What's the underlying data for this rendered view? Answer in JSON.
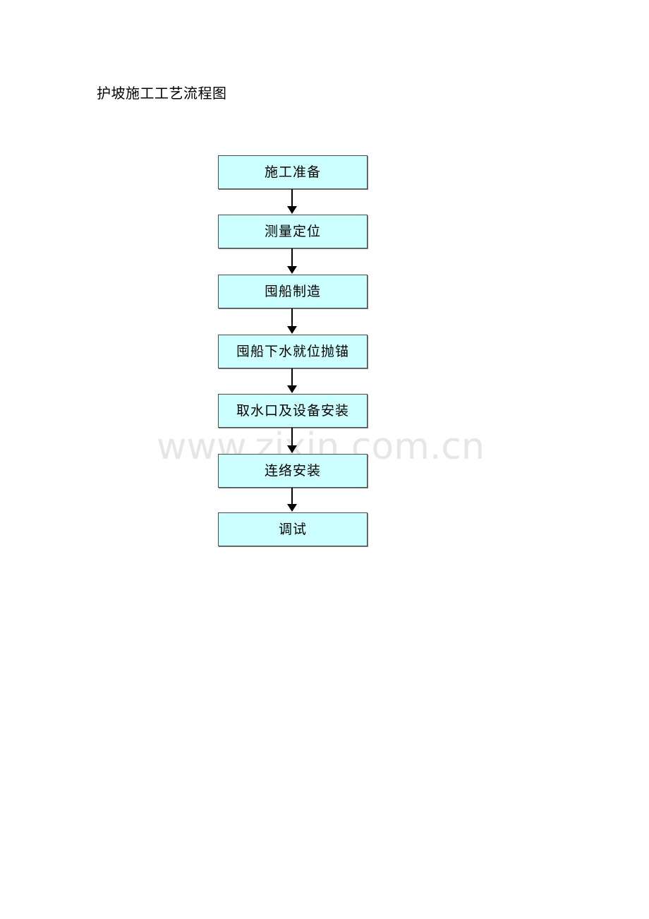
{
  "document": {
    "title": "护坡施工工艺流程图",
    "background_color": "#ffffff"
  },
  "watermark": {
    "text": "www.zixin.com.cn",
    "color": "#e6e6e6"
  },
  "flowchart": {
    "type": "flowchart",
    "orientation": "vertical",
    "node_fill_color": "#ccffff",
    "node_border_color": "#4d4d4d",
    "connector_color": "#000000",
    "nodes": [
      {
        "id": "step-1",
        "label": "施工准备"
      },
      {
        "id": "step-2",
        "label": "测量定位"
      },
      {
        "id": "step-3",
        "label": "囤船制造"
      },
      {
        "id": "step-4",
        "label": "囤船下水就位抛锚"
      },
      {
        "id": "step-5",
        "label": "取水口及设备安装"
      },
      {
        "id": "step-6",
        "label": "连络安装"
      },
      {
        "id": "step-7",
        "label": "调试"
      }
    ],
    "edges": [
      {
        "from": "step-1",
        "to": "step-2"
      },
      {
        "from": "step-2",
        "to": "step-3"
      },
      {
        "from": "step-3",
        "to": "step-4"
      },
      {
        "from": "step-4",
        "to": "step-5"
      },
      {
        "from": "step-5",
        "to": "step-6"
      },
      {
        "from": "step-6",
        "to": "step-7"
      }
    ]
  }
}
